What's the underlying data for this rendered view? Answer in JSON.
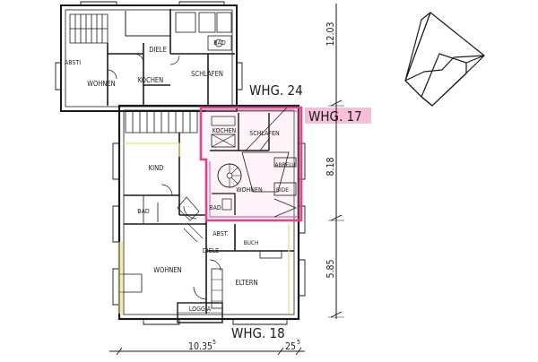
{
  "rooms": {
    "top_absti": "ABSTI",
    "top_wohnen": "WOHNEN",
    "top_diele": "DIELE",
    "top_kochen": "KOCHEN",
    "top_bad": "BAD",
    "top_schlafen": "SCHLAFEN",
    "mid_kochen": "KOCHEN",
    "mid_schlafen": "SCHLAFEN",
    "mid_abrelu": "ABRELU",
    "mid_wohnen": "WOHNEN",
    "mid_bide": "BIDE",
    "mid_bad": "BAD",
    "left_kind": "KIND",
    "left_bad": "BAD",
    "low_abst": "ABST.",
    "low_buch": "BUCH",
    "low_diele": "DIELE",
    "low_wohnen": "WOHNEN",
    "low_eltern": "ELTERN",
    "low_loggia": "LOGGIA"
  },
  "units": {
    "whg24": "WHG. 24",
    "whg17": "WHG. 17",
    "whg18": "WHG. 18"
  },
  "dimensions": {
    "right_top": "12.03",
    "right_mid": "8.18",
    "right_low": "5.85",
    "bottom_main": "10.35",
    "bottom_main_sup": "5",
    "bottom_small": "25",
    "bottom_small_sup": "5"
  },
  "colors": {
    "line": "#1a1a1a",
    "highlight_magenta": "#e0438c",
    "highlight_fill": "#f6bfd8",
    "highlight_yellow": "#e8e070"
  },
  "icons": {
    "north_arrow": "north-arrow-icon"
  }
}
